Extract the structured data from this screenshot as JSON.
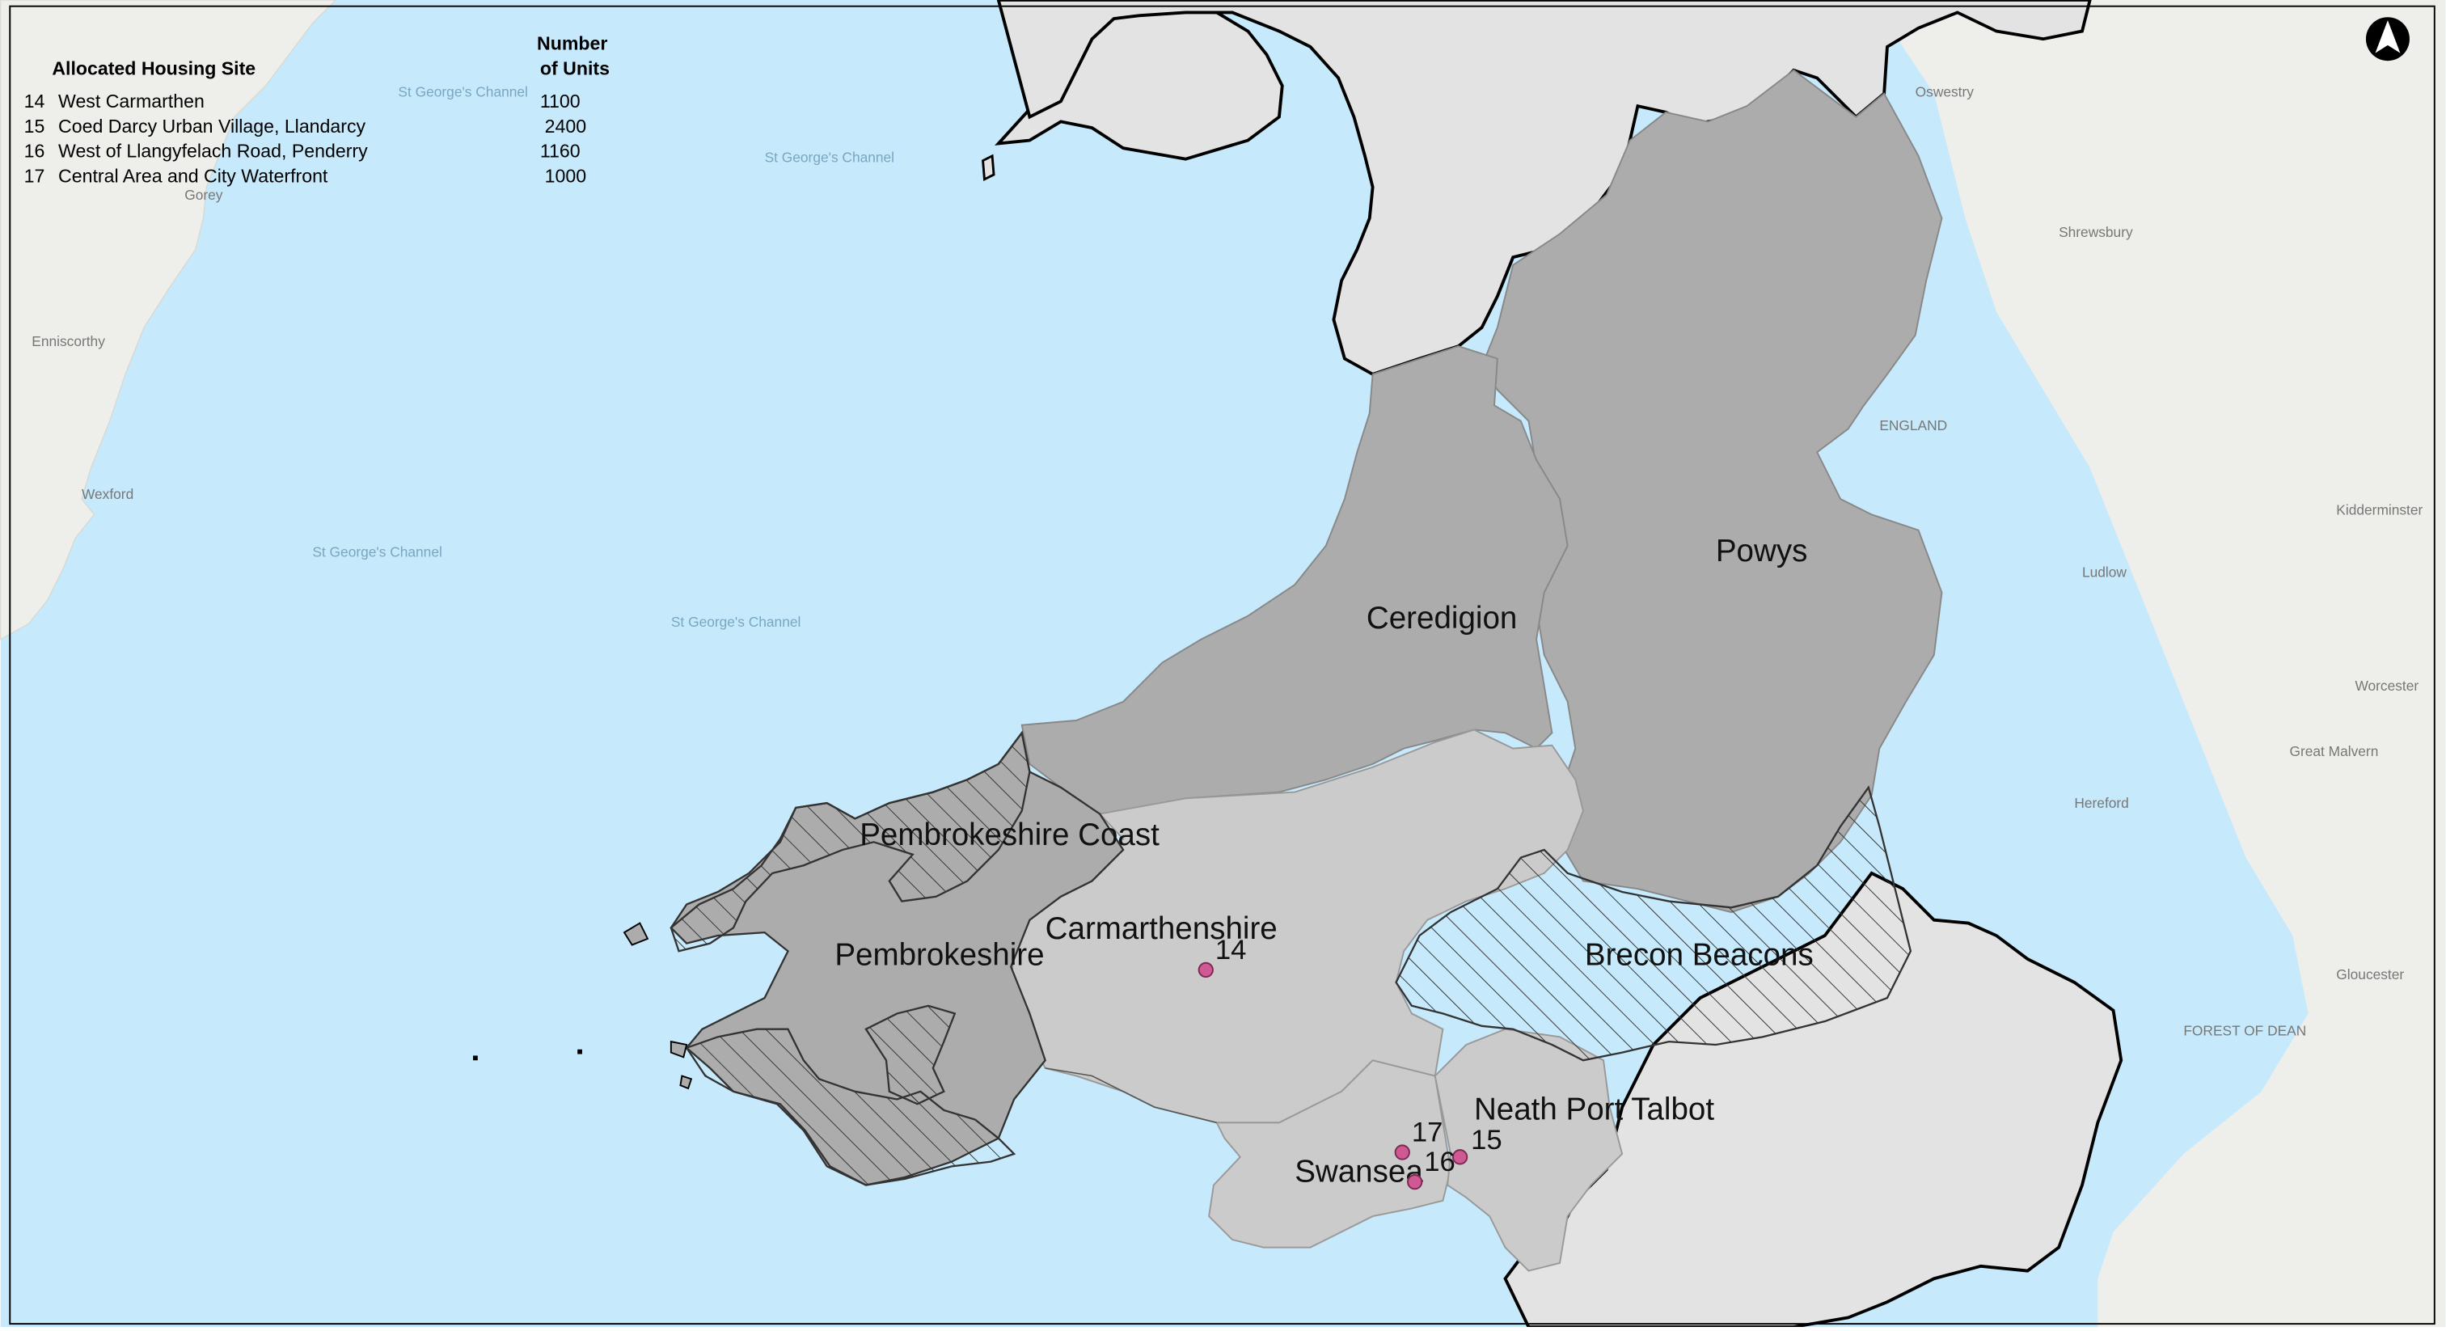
{
  "legend": {
    "header_site": "Allocated Housing Site",
    "header_units_line1": "Number",
    "header_units_line2": "of Units",
    "rows": [
      {
        "id": "14",
        "name": "West Carmarthen",
        "units": "1100"
      },
      {
        "id": "15",
        "name": "Coed Darcy Urban Village, Llandarcy",
        "units": "2400"
      },
      {
        "id": "16",
        "name": "West of Llangyfelach Road, Penderry",
        "units": "1160"
      },
      {
        "id": "17",
        "name": "Central Area and City Waterfront",
        "units": "1000"
      }
    ]
  },
  "regions": {
    "ceredigion": "Ceredigion",
    "powys": "Powys",
    "pembrokeshire": "Pembrokeshire",
    "pembrokeshire_coast": "Pembrokeshire Coast",
    "carmarthenshire": "Carmarthenshire",
    "brecon_beacons": "Brecon Beacons",
    "swansea": "Swansea",
    "neath_port_talbot": "Neath Port Talbot"
  },
  "sites": [
    {
      "id": "14",
      "label": "14"
    },
    {
      "id": "15",
      "label": "15"
    },
    {
      "id": "16",
      "label": "16"
    },
    {
      "id": "17",
      "label": "17"
    }
  ],
  "basemap_labels": {
    "sea_1": "St George's Channel",
    "sea_2": "St George's Channel",
    "sea_3": "St George's Channel",
    "sea_4": "St George's Channel",
    "town_wexford": "Wexford",
    "town_enniscorthy": "Enniscorthy",
    "town_gorey": "Gorey",
    "town_ludlow": "Ludlow",
    "town_hereford": "Hereford",
    "town_worcester": "Worcester",
    "town_gloucester": "Gloucester",
    "town_kidderminster": "Kidderminster",
    "town_shrewsbury": "Shrewsbury",
    "town_oswestry": "Oswestry",
    "town_forest": "FOREST OF DEAN",
    "town_england": "ENGLAND",
    "town_malvern": "Great Malvern"
  },
  "north_arrow_icon": "north-arrow-icon",
  "colors": {
    "sea": "#c6e9fb",
    "land_outside": "#e3e3e3",
    "dark_region": "#acacac",
    "light_region": "#cbcbcb",
    "site_marker": "#cf5a93",
    "england_basemap": "#eeeeea"
  }
}
